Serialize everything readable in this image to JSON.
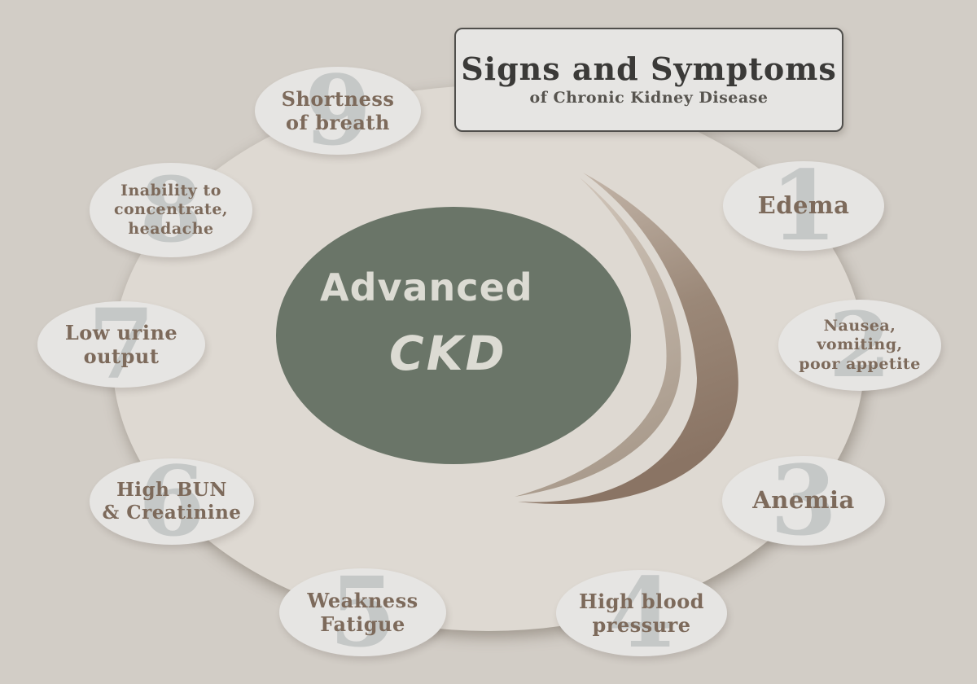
{
  "title": {
    "heading": "Signs and Symptoms",
    "subheading": "of Chronic Kidney Disease"
  },
  "center": {
    "line1": "Advanced",
    "line2": "CKD"
  },
  "symptoms": [
    {
      "number": "1",
      "label": "Edema"
    },
    {
      "number": "2",
      "label": "Nausea,\nvomiting,\npoor appetite"
    },
    {
      "number": "3",
      "label": "Anemia"
    },
    {
      "number": "4",
      "label": "High blood\npressure"
    },
    {
      "number": "5",
      "label": "Weakness\nFatigue"
    },
    {
      "number": "6",
      "label": "High BUN\n& Creatinine"
    },
    {
      "number": "7",
      "label": "Low urine\noutput"
    },
    {
      "number": "8",
      "label": "Inability to\nconcentrate,\nheadache"
    },
    {
      "number": "9",
      "label": "Shortness\nof breath"
    }
  ],
  "colors": {
    "background": "#d2cdc6",
    "disc": "#ded9d2",
    "node_fill": "#e6e5e3",
    "node_number": "#c5c8c7",
    "node_text": "#7d6a5b",
    "center_fill": "#6a7568",
    "center_text": "#dcdbd3",
    "title_text": "#3b3a38",
    "title_border": "#504f4c",
    "swoosh_dark": "#8a7464",
    "swoosh_light": "#c9bcb0"
  }
}
